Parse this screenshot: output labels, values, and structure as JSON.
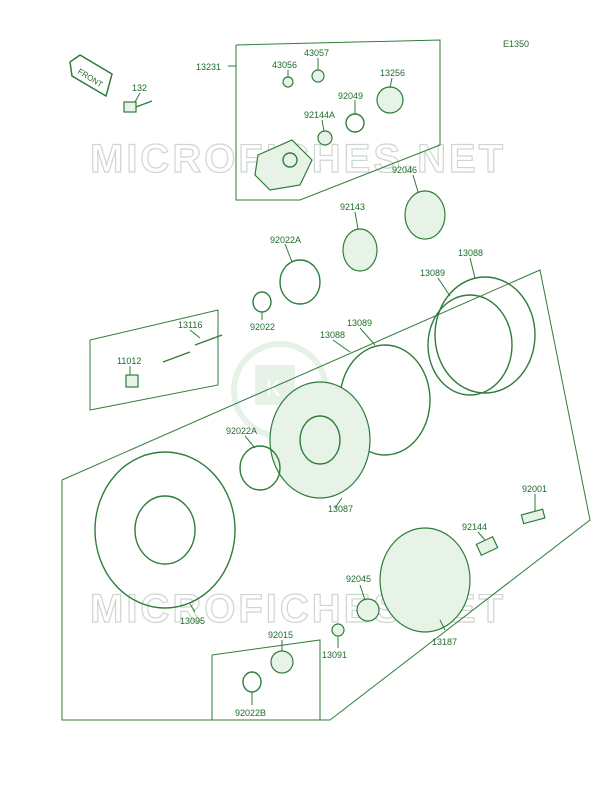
{
  "diagram_code": "E1350",
  "front_tag": "FRONT",
  "watermark": "MICROFICHES.NET",
  "logo_text": "K",
  "parts": [
    {
      "id": "13231"
    },
    {
      "id": "43057"
    },
    {
      "id": "43056"
    },
    {
      "id": "13256"
    },
    {
      "id": "132"
    },
    {
      "id": "92049"
    },
    {
      "id": "92144A"
    },
    {
      "id": "92046"
    },
    {
      "id": "92143"
    },
    {
      "id": "92022A"
    },
    {
      "id": "92022"
    },
    {
      "id": "13088"
    },
    {
      "id": "13089"
    },
    {
      "id": "13116"
    },
    {
      "id": "11012"
    },
    {
      "id": "13088"
    },
    {
      "id": "13089"
    },
    {
      "id": "92022A"
    },
    {
      "id": "13087"
    },
    {
      "id": "92001"
    },
    {
      "id": "92144"
    },
    {
      "id": "92045"
    },
    {
      "id": "13095"
    },
    {
      "id": "92015"
    },
    {
      "id": "13091"
    },
    {
      "id": "13187"
    },
    {
      "id": "92022B"
    }
  ],
  "colors": {
    "line": "#2f7d3a",
    "text": "#1f6b2a",
    "watermark": "#cfd6cf"
  }
}
